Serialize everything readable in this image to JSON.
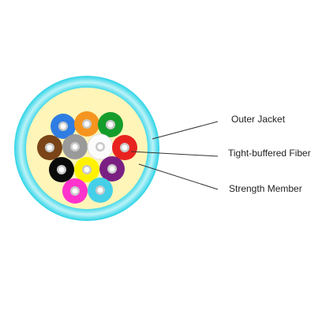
{
  "diagram": {
    "colors": {
      "outer_jacket": "#2ad3e6",
      "jacket_highlight": "#bdf3f8",
      "strength_member": "#fff5b8",
      "fiber_core_ring": "#c9c9c9",
      "fiber_core_center": "#ffffff",
      "leader_line": "#333333"
    },
    "fiber_colors": [
      {
        "name": "blue",
        "hex": "#2f7de3"
      },
      {
        "name": "orange",
        "hex": "#f5951f"
      },
      {
        "name": "green",
        "hex": "#159d2b"
      },
      {
        "name": "brown",
        "hex": "#7a4418"
      },
      {
        "name": "slate",
        "hex": "#9a9a9a"
      },
      {
        "name": "white",
        "hex": "#fbfbfb"
      },
      {
        "name": "red",
        "hex": "#e8231f"
      },
      {
        "name": "black",
        "hex": "#0b0b0b"
      },
      {
        "name": "yellow",
        "hex": "#fff200"
      },
      {
        "name": "violet",
        "hex": "#7a2083"
      },
      {
        "name": "rose",
        "hex": "#ff33cc"
      },
      {
        "name": "aqua",
        "hex": "#45d0e8"
      }
    ],
    "labels": [
      {
        "text": "Outer Jacket"
      },
      {
        "text": "Tight-buffered Fiber"
      },
      {
        "text": "Strength Member"
      }
    ]
  }
}
